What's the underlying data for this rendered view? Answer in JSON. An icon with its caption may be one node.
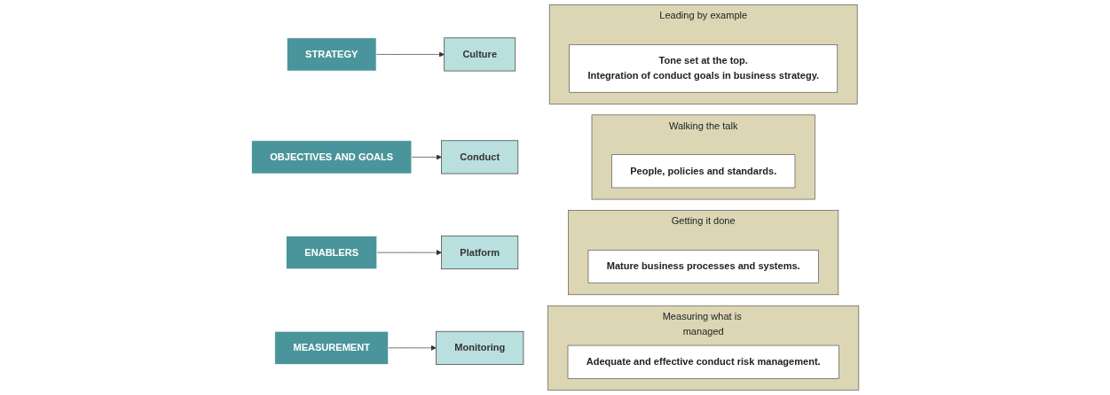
{
  "diagram": {
    "nodes": [
      {
        "text": [
          "STRATEGY"
        ]
      },
      {
        "text": [
          "Culture"
        ]
      },
      {
        "text": [
          "Leading by example"
        ]
      },
      {
        "text": [
          "Tone set at the top.",
          "Integration of conduct goals in business strategy."
        ],
        "in": 2
      },
      {
        "text": [
          "OBJECTIVES AND GOALS"
        ]
      },
      {
        "text": [
          "Conduct"
        ]
      },
      {
        "text": [
          "Walking the talk"
        ]
      },
      {
        "text": [
          "People, policies and standards."
        ],
        "in": 6
      },
      {
        "text": [
          "ENABLERS"
        ]
      },
      {
        "text": [
          "Platform"
        ]
      },
      {
        "text": [
          "Getting it done"
        ]
      },
      {
        "text": [
          "Mature business processes and systems."
        ],
        "in": 10
      },
      {
        "text": [
          "MEASUREMENT"
        ]
      },
      {
        "text": [
          "Monitoring"
        ]
      },
      {
        "text": [
          "Measuring what is managed"
        ]
      },
      {
        "text": [
          "Adequate and effective conduct risk management."
        ],
        "in": 14
      }
    ],
    "edges": [
      {
        "from": 0,
        "to": 1,
        "arrow": "to"
      },
      {
        "from": 4,
        "to": 5,
        "arrow": "to"
      },
      {
        "from": 8,
        "to": 9,
        "arrow": "to"
      },
      {
        "from": 12,
        "to": 13,
        "arrow": "to"
      }
    ]
  }
}
